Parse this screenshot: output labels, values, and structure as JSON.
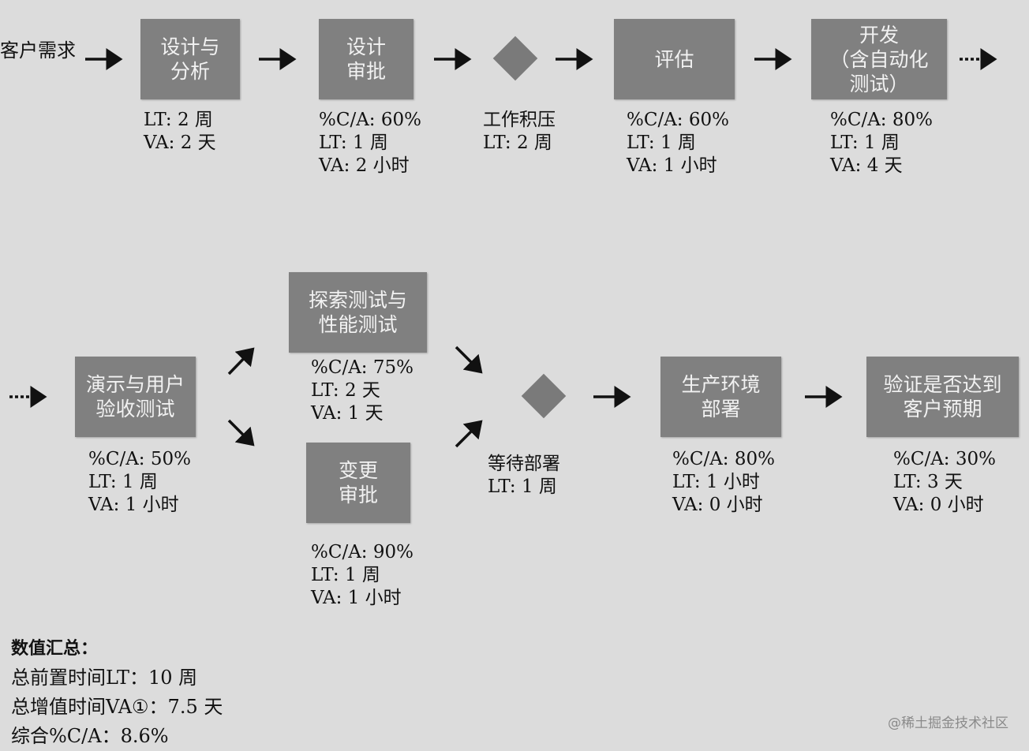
{
  "start_label": "客户需求",
  "steps": [
    {
      "id": "design",
      "title": "设计与\n分析",
      "metrics": [
        "LT: 2 周",
        "VA: 2 天"
      ]
    },
    {
      "id": "design-approval",
      "title": "设计\n审批",
      "metrics": [
        "%C/A: 60%",
        "LT: 1 周",
        "VA: 2 小时"
      ]
    },
    {
      "id": "backlog",
      "title": "",
      "metrics": [
        "工作积压",
        "LT: 2 周"
      ]
    },
    {
      "id": "evaluate",
      "title": "评估",
      "metrics": [
        "%C/A: 60%",
        "LT: 1 周",
        "VA: 1 小时"
      ]
    },
    {
      "id": "develop",
      "title": "开发\n（含自动化\n测试）",
      "metrics": [
        "%C/A: 80%",
        "LT: 1 周",
        "VA: 4 天"
      ]
    },
    {
      "id": "demo",
      "title": "演示与用户\n验收测试",
      "metrics": [
        "%C/A: 50%",
        "LT: 1 周",
        "VA: 1 小时"
      ]
    },
    {
      "id": "explore",
      "title": "探索测试与\n性能测试",
      "metrics": [
        "%C/A: 75%",
        "LT: 2 天",
        "VA: 1 天"
      ]
    },
    {
      "id": "change",
      "title": "变更\n审批",
      "metrics": [
        "%C/A: 90%",
        "LT: 1 周",
        "VA: 1 小时"
      ]
    },
    {
      "id": "wait-deploy",
      "title": "",
      "metrics": [
        "等待部署",
        "LT: 1 周"
      ]
    },
    {
      "id": "prod-deploy",
      "title": "生产环境\n部署",
      "metrics": [
        "%C/A: 80%",
        "LT: 1 小时",
        "VA: 0 小时"
      ]
    },
    {
      "id": "verify",
      "title": "验证是否达到\n客户预期",
      "metrics": [
        "%C/A: 30%",
        "LT: 3 天",
        "VA: 0 小时"
      ]
    }
  ],
  "summary": {
    "heading": "数值汇总：",
    "lines": [
      "总前置时间LT：10 周",
      "总增值时间VA①：7.5 天",
      "综合%C/A：8.6%"
    ]
  },
  "watermark": "@稀土掘金技术社区"
}
